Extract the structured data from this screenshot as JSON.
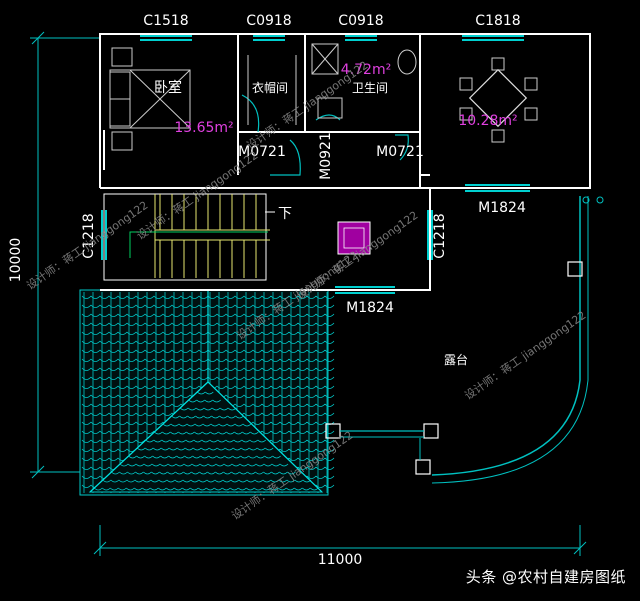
{
  "dimensions": {
    "width": "11000",
    "height": "10000"
  },
  "windows": [
    "C1518",
    "C0918",
    "C0918",
    "C1818",
    "C1218",
    "C1218"
  ],
  "doors": [
    "M0721",
    "M0921",
    "M0721",
    "M1824",
    "M1824"
  ],
  "rooms": {
    "bedroom": {
      "name": "卧室",
      "area": "13.65m²"
    },
    "closet": {
      "name": "衣帽间"
    },
    "bathroom": {
      "name": "卫生间",
      "area": "4.72m²"
    },
    "dining": {
      "area": "10.28m²"
    },
    "terrace": {
      "name": "露台"
    }
  },
  "stair_label": "下",
  "watermark": "设计师：蒋工 jianggong122",
  "footer": "头条 @农村自建房图纸",
  "colors": {
    "wall": "#ffffff",
    "window": "#00d0d0",
    "dimension": "#00c0c0",
    "area": "#e040e0",
    "stair": "#e8e870"
  }
}
